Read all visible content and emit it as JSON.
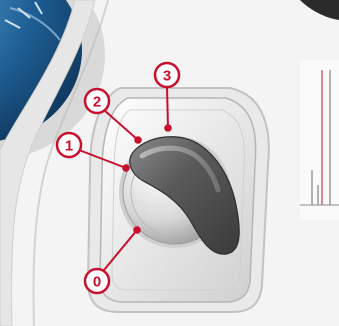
{
  "callouts": [
    {
      "id": "callout-0",
      "label": "0"
    },
    {
      "id": "callout-1",
      "label": "1"
    },
    {
      "id": "callout-2",
      "label": "2"
    },
    {
      "id": "callout-3",
      "label": "3"
    }
  ],
  "colors": {
    "callout": "#c8102e",
    "gauge": "#1f5f95",
    "panel": "#f2f2f2"
  }
}
